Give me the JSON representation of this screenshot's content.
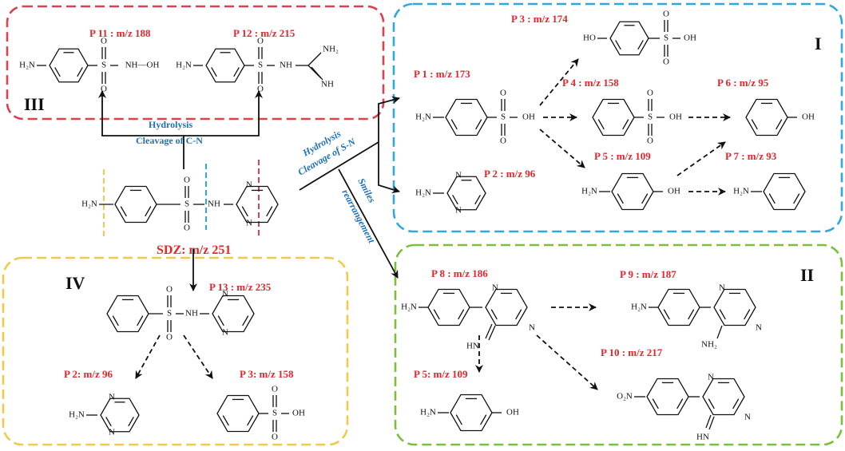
{
  "colors": {
    "box_III": "#d9434f",
    "box_I": "#2fa8dc",
    "box_II": "#7cbf3c",
    "box_IV": "#f2c94c",
    "label_red": "#e3262b",
    "process_blue": "#1f6fb5",
    "cut_yellow": "#f2c94c",
    "cut_blue": "#2fa8dc",
    "cut_red": "#d9434f"
  },
  "regions": {
    "I": "I",
    "II": "II",
    "III": "III",
    "IV": "IV"
  },
  "processes": {
    "hydrolysis_cn_line1": "Hydrolysis",
    "hydrolysis_cn_line2": "Cleavage of C-N",
    "hydrolysis_sn_line1": "Hydrolysis",
    "hydrolysis_sn_line2": "Cleavage of S-N",
    "smiles_line1": "Smiles",
    "smiles_line2": "rearrangement"
  },
  "compounds": {
    "sdz": "SDZ: m/z 251",
    "p1": "P 1 :  m/z 173",
    "p2": "P 2 :  m/z 96",
    "p3": "P 3 :  m/z 174",
    "p4": "P 4 :  m/z 158",
    "p5": "P 5 :  m/z 109",
    "p6": "P 6 :  m/z 95",
    "p7": "P 7 :  m/z 93",
    "p8": "P 8 :  m/z 186",
    "p9": "P 9 :  m/z 187",
    "p10": "P 10 :  m/z 217",
    "p11": "P 11 :  m/z 188",
    "p12": "P 12 :  m/z 215",
    "p13": "P 13 :  m/z 235",
    "p5b": "P 5:  m/z 109",
    "p2b": "P 2:  m/z 96",
    "p3b": "P 3:  m/z 158"
  },
  "atoms": {
    "h2n": "H₂N",
    "nh2": "NH₂",
    "o2n": "O₂N",
    "oh": "OH",
    "ho": "HO",
    "o": "O",
    "s": "S",
    "n": "N",
    "nh": "NH",
    "nh_dash": "NH",
    "hn": "HN",
    "hn2": "HN",
    "nh_oh": "NH—OH"
  }
}
